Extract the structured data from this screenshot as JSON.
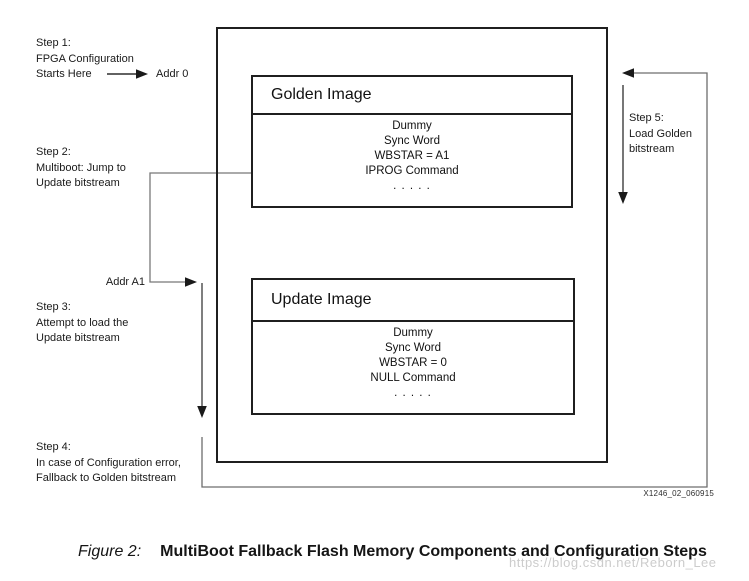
{
  "diagram": {
    "steps": {
      "step1": {
        "lines": [
          "Step 1:",
          "FPGA Configuration",
          "Starts Here"
        ]
      },
      "step2": {
        "lines": [
          "Step 2:",
          "Multiboot: Jump to",
          "Update bitstream"
        ]
      },
      "step3": {
        "lines": [
          "Step 3:",
          "Attempt to load the",
          "Update bitstream"
        ]
      },
      "step4": {
        "lines": [
          "Step 4:",
          "In case of Configuration error,",
          "Fallback to Golden bitstream"
        ]
      },
      "step5": {
        "lines": [
          "Step 5:",
          "Load Golden",
          "bitstream"
        ]
      }
    },
    "labels": {
      "addr0": "Addr 0",
      "addrA1": "Addr A1"
    },
    "flash": {
      "golden": {
        "title": "Golden Image",
        "rows": [
          "Dummy",
          "Sync Word",
          "WBSTAR = A1",
          "IPROG Command",
          ". . . . ."
        ]
      },
      "update": {
        "title": "Update Image",
        "rows": [
          "Dummy",
          "Sync Word",
          "WBSTAR = 0",
          "NULL Command",
          ". . . . ."
        ]
      }
    },
    "ref_code": "X1246_02_060915"
  },
  "caption": {
    "figure_label": "Figure 2:",
    "title": "MultiBoot Fallback Flash Memory Components and Configuration Steps"
  },
  "watermark": "https://blog.csdn.net/Reborn_Lee",
  "colors": {
    "box_border": "#1f1f1f",
    "connector": "#787878",
    "arrow": "#1a1a1a",
    "watermark": "#c3c3c3",
    "background": "#ffffff"
  }
}
